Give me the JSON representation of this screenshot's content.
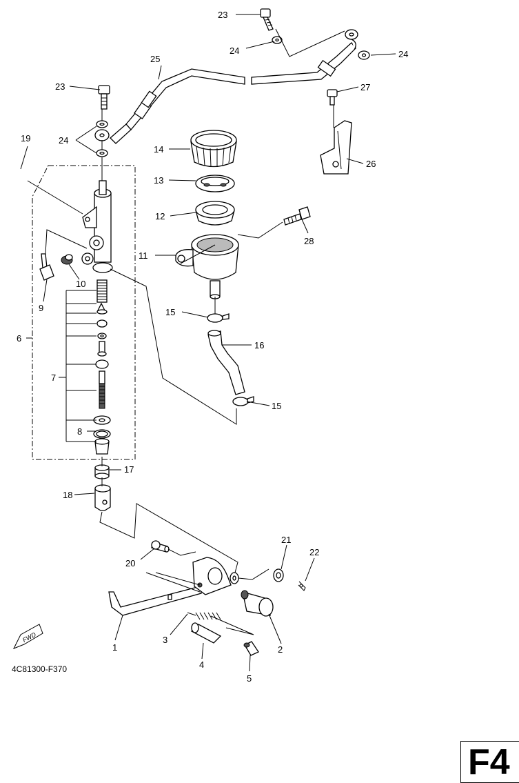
{
  "diagram_code": "4C81300-F370",
  "page_tag": "F4",
  "fwd_label": "FWD",
  "callouts": {
    "c1": "1",
    "c2": "2",
    "c3": "3",
    "c4": "4",
    "c5": "5",
    "c6": "6",
    "c7": "7",
    "c8": "8",
    "c9": "9",
    "c10": "10",
    "c11": "11",
    "c12": "12",
    "c13": "13",
    "c14": "14",
    "c15a": "15",
    "c15b": "15",
    "c16": "16",
    "c17": "17",
    "c18": "18",
    "c19": "19",
    "c20": "20",
    "c21": "21",
    "c22": "22",
    "c23a": "23",
    "c23b": "23",
    "c24a": "24",
    "c24b": "24",
    "c24c": "24",
    "c25": "25",
    "c26": "26",
    "c27": "27",
    "c28": "28"
  }
}
